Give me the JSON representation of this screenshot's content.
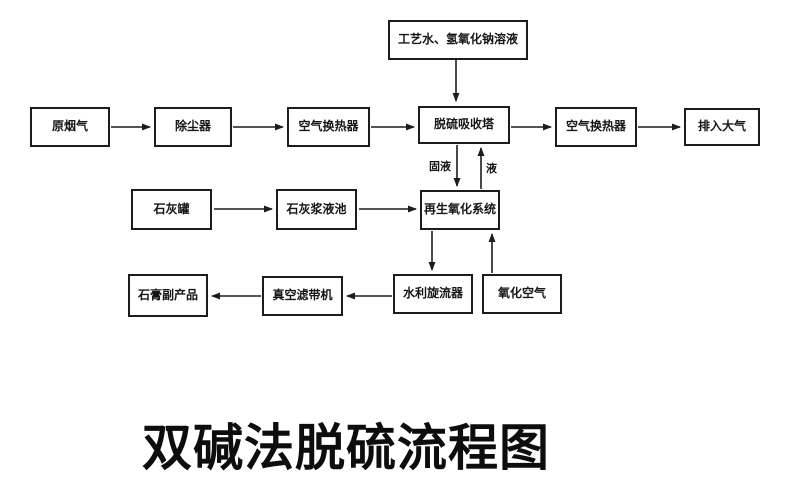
{
  "title": "双碱法脱硫流程图",
  "colors": {
    "background": "#ffffff",
    "line": "#1c1c1c",
    "box_border": "#1c1c1c",
    "text": "#161616"
  },
  "diagram": {
    "nodes": {
      "process_water": "工艺水、氢氧化钠溶液",
      "raw_flue_gas": "原烟气",
      "dust_remover": "除尘器",
      "air_heat_exchanger_1": "空气换热器",
      "absorption_tower": "脱硫吸收塔",
      "air_heat_exchanger_2": "空气换热器",
      "discharge_to_atmosphere": "排入大气",
      "lime_tank": "石灰罐",
      "lime_slurry_pool": "石灰浆液池",
      "regeneration_oxidation_system": "再生氧化系统",
      "gypsum_byproduct": "石膏副产品",
      "vacuum_belt_filter": "真空滤带机",
      "hydrocyclone": "水利旋流器",
      "oxidation_air": "氧化空气"
    },
    "edge_labels": {
      "solid_liquid": "固液",
      "liquid": "液"
    }
  }
}
